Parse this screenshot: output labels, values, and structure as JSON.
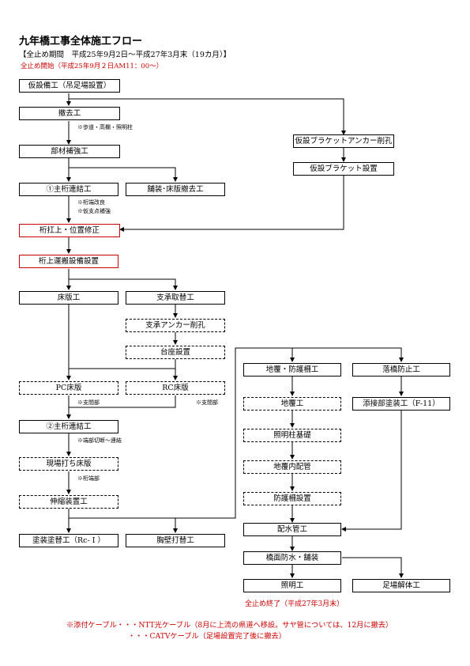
{
  "header": {
    "title": "九年橋工事全体施工フロー",
    "period": "【全止め期間　平成25年9月2日～平成27年3月末（19カ月）】",
    "start": "全止め開始（平成25年9月２日AM11：00～）"
  },
  "boxes": {
    "kasetsu": "仮設備工（吊足場設置）",
    "tekkyo": "撤去工",
    "buzai": "部材補強工",
    "shugeta1": "①主桁連結工",
    "hoso": "舗装･床版撤去工",
    "bracket_anchor": "仮設ブラケットアンカー削孔",
    "bracket_set": "仮設ブラケット設置",
    "keta_uage": "桁扛上・位置修正",
    "keta_unpan": "桁上運搬設備設置",
    "shoban": "床版工",
    "shisho": "支承取替工",
    "shisho_anchor": "支承アンカー削孔",
    "daiza": "台座設置",
    "pc": "PC床版",
    "rc": "RC床版",
    "shugeta2": "②主桁連結工",
    "genba": "現場打ち床版",
    "shinshuku": "伸縮装置工",
    "tosou": "塗装塗替工（Rc- I ）",
    "kyoheki": "胸壁打替工",
    "jifuku_boco": "地覆・防護柵工",
    "rakkyo": "落橋防止工",
    "jifuku": "地覆工",
    "tensetsu": "添接部塗装工（F-11）",
    "shomei_kiso": "照明柱基礎",
    "jifuku_haikan": "地覆内配管",
    "bogosaku": "防護柵設置",
    "haisui": "配水管工",
    "kyomen": "橋面防水・舗装",
    "shomei": "照明工",
    "ashiba": "足場解体工"
  },
  "notes": {
    "n1": "※歩道・高欄・照明柱",
    "n2a": "※桁端改良",
    "n2b": "※仮支点補強",
    "n3": "※支間部",
    "n4": "※支間部",
    "n5": "※端部切断～連結",
    "n6": "※桁端部"
  },
  "end_text": "全止め終了（平成27年3月末）",
  "footer": {
    "line1": "※添付ケーブル・・・NTT光ケーブル（8月に上流の県道へ移設。サヤ管については、12月に撤去）",
    "line2": "・・・CATVケーブル（足場設置完了後に撤去）"
  },
  "colors": {
    "red": "#cc0000",
    "line": "#000000"
  }
}
